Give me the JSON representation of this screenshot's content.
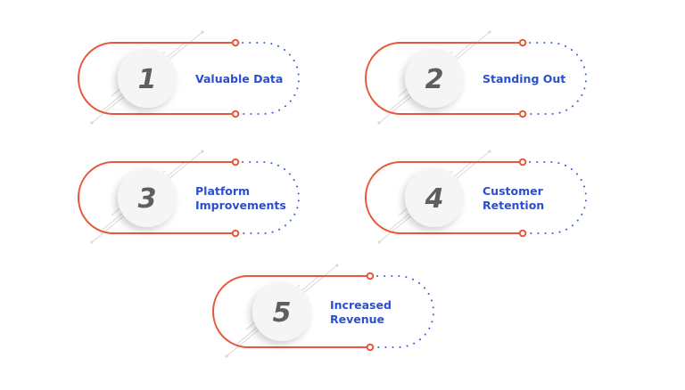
{
  "colors": {
    "accent": "#E8573A",
    "label": "#2A4FCF",
    "number": "#5E5E5E",
    "dots": "#3D63DD",
    "circle": "#F5F5F5",
    "tech_lines": "#D9D9D9"
  },
  "steps": [
    {
      "number": "1",
      "lines": [
        "Valuable Data"
      ]
    },
    {
      "number": "2",
      "lines": [
        "Standing Out"
      ]
    },
    {
      "number": "3",
      "lines": [
        "Platform",
        "Improvements"
      ]
    },
    {
      "number": "4",
      "lines": [
        "Customer",
        "Retention"
      ]
    },
    {
      "number": "5",
      "lines": [
        "Increased",
        "Revenue"
      ]
    }
  ]
}
